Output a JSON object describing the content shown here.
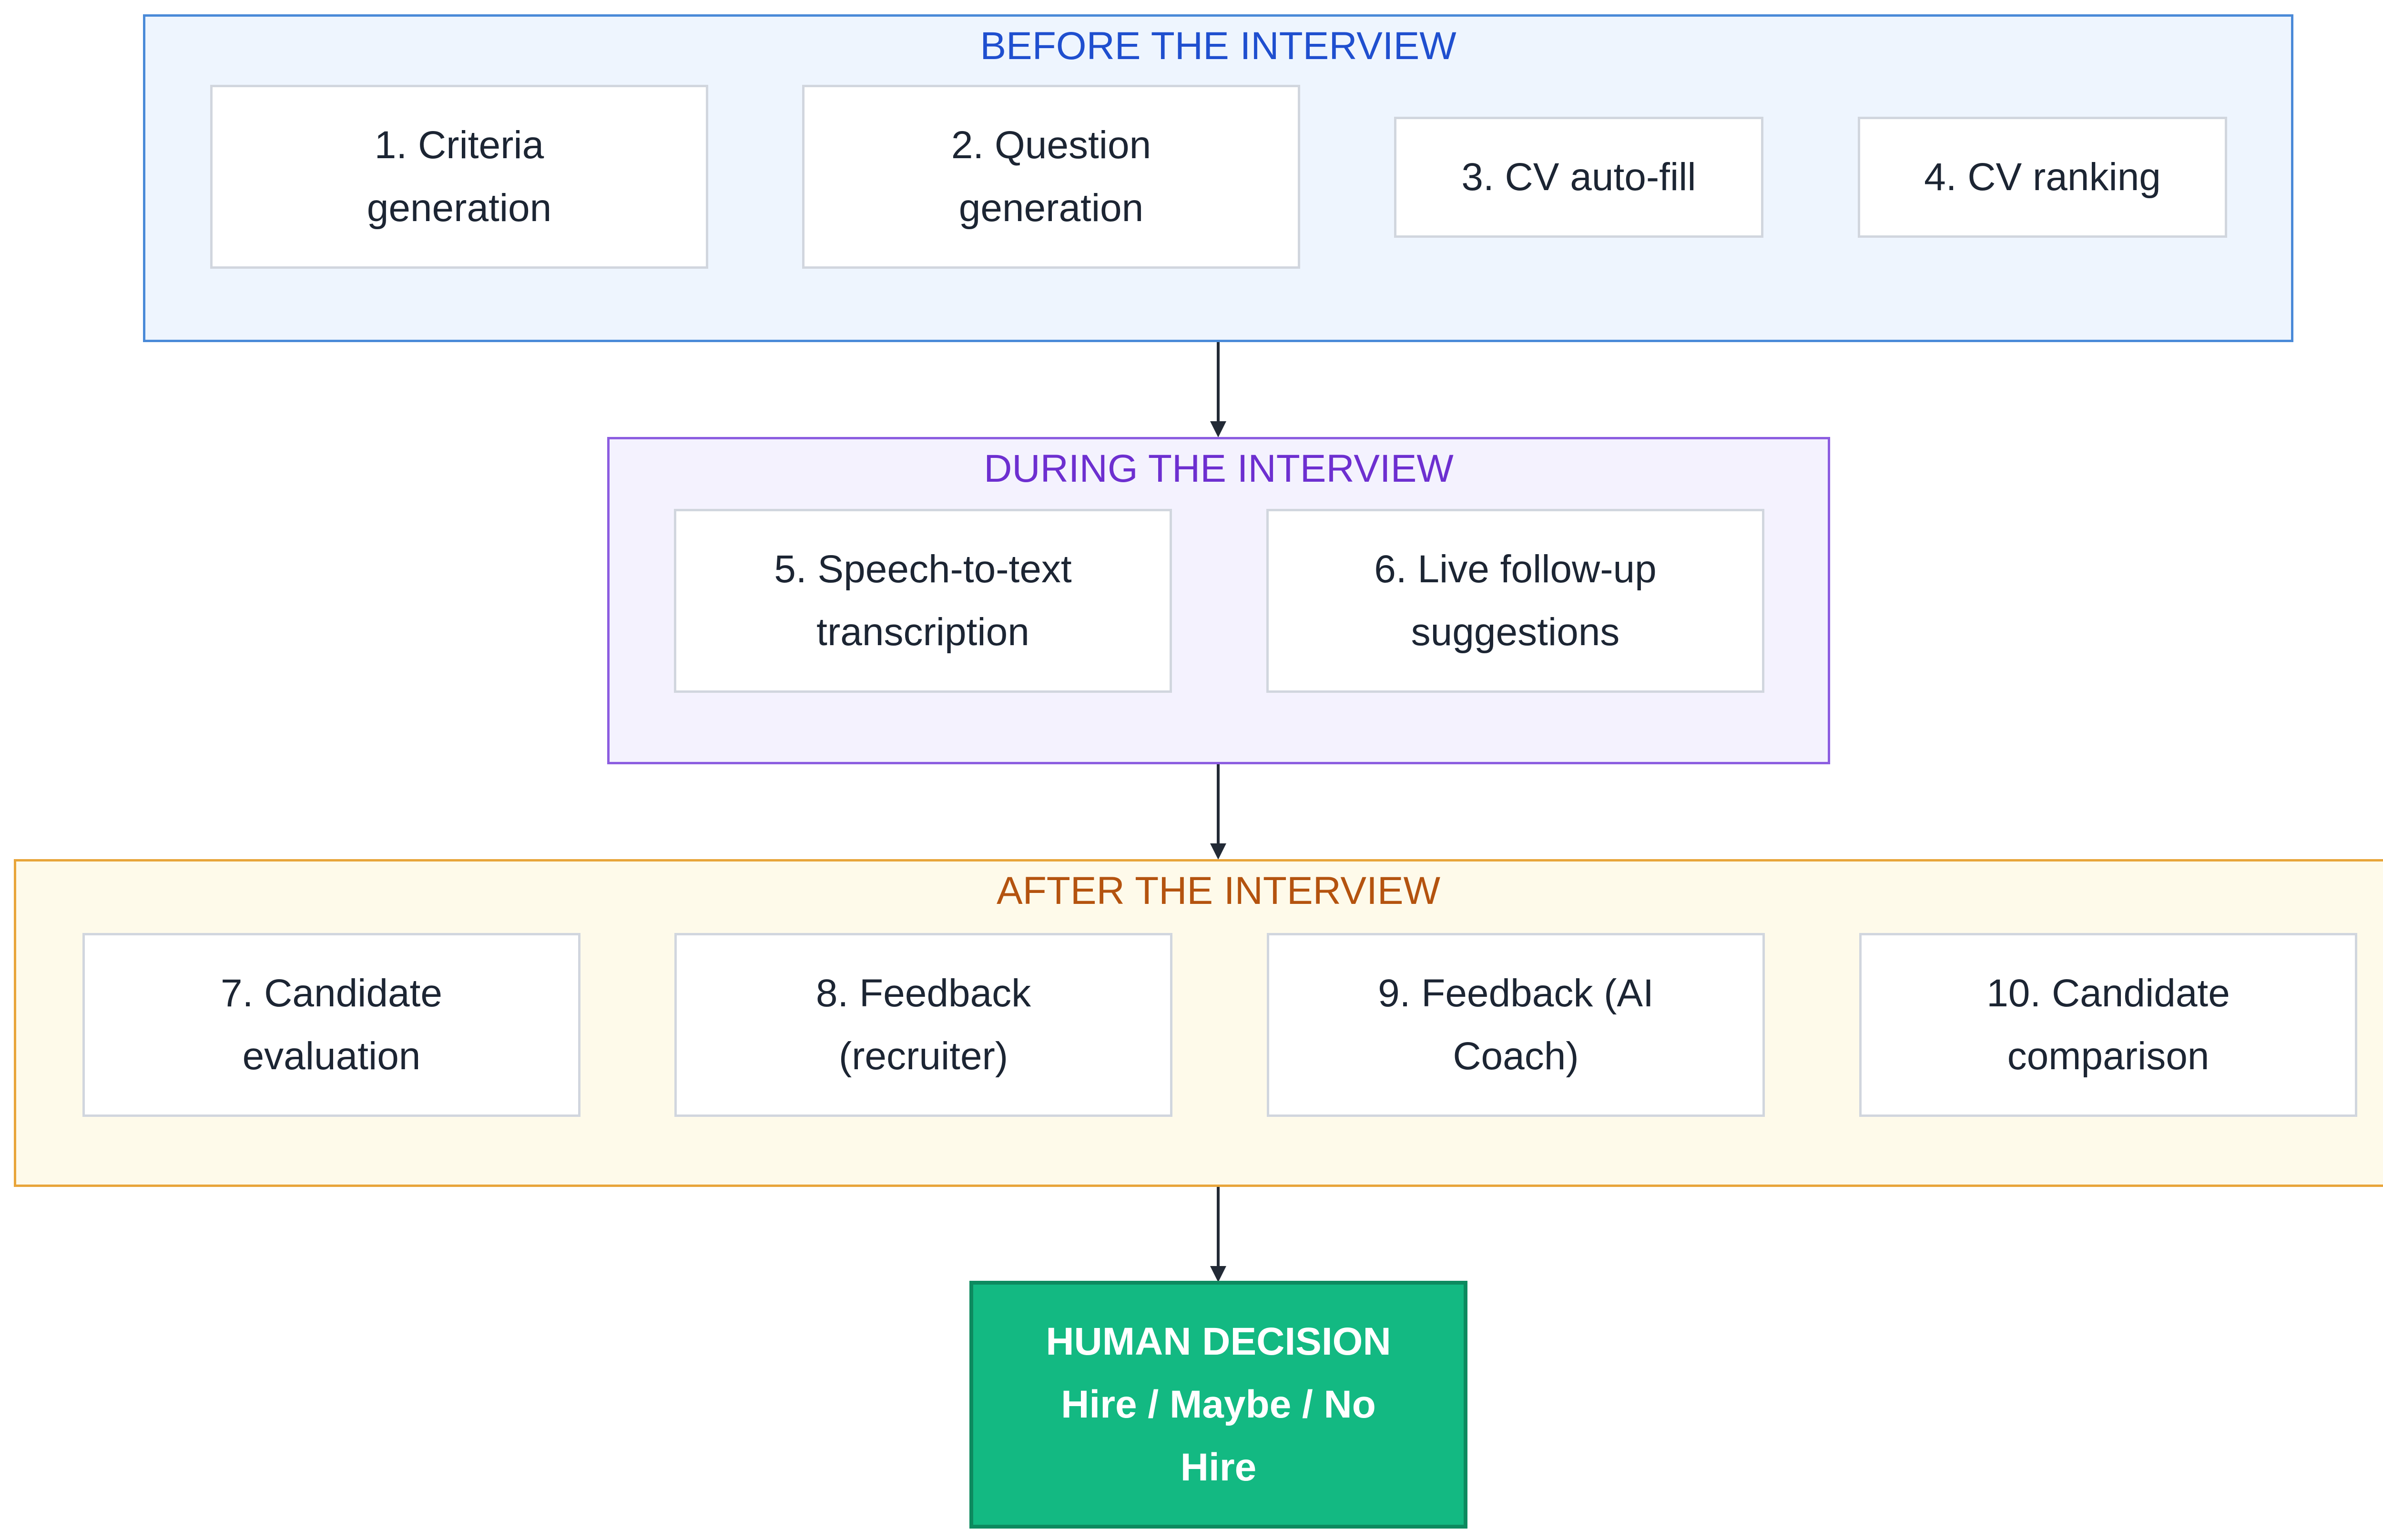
{
  "phases": {
    "before": {
      "title": "BEFORE THE INTERVIEW",
      "steps": [
        "1. Criteria generation",
        "2. Question generation",
        "3. CV auto-fill",
        "4. CV ranking"
      ]
    },
    "during": {
      "title": "DURING THE INTERVIEW",
      "steps": [
        "5. Speech-to-text transcription",
        "6. Live follow-up suggestions"
      ]
    },
    "after": {
      "title": "AFTER THE INTERVIEW",
      "steps": [
        "7. Candidate evaluation",
        "8. Feedback (recruiter)",
        "9. Feedback (AI Coach)",
        "10. Candidate comparison"
      ]
    }
  },
  "decision": {
    "title": "HUMAN DECISION",
    "options": "Hire / Maybe / No Hire"
  },
  "colors": {
    "before_border": "#4a8ad8",
    "during_border": "#8c5de0",
    "after_border": "#e8a53a",
    "decision_fill": "#13b982",
    "arrow": "#222a36"
  }
}
